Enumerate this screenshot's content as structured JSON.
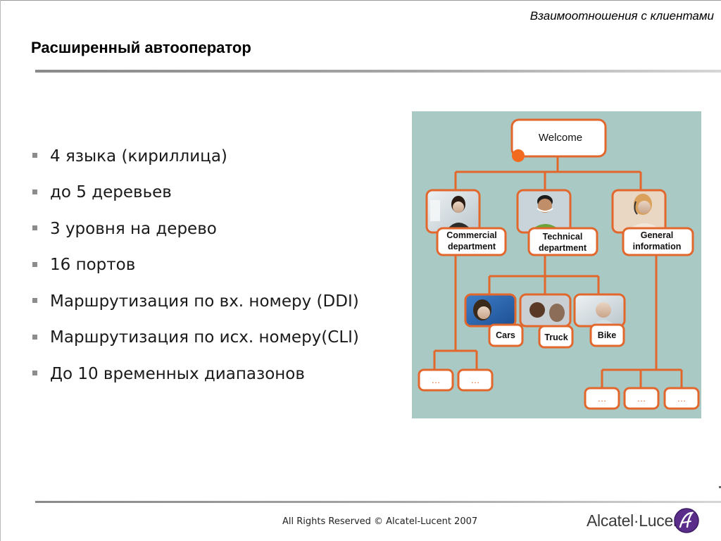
{
  "header": {
    "section_title": "Взаимоотношения с клиентами",
    "slide_title": "Расширенный автооператор"
  },
  "bullets": [
    "4 языка (кириллица)",
    "до 5 деревьев",
    "3 уровня на дерево",
    "16 портов",
    "Маршрутизация по вх. номеру (DDI)",
    "Маршрутизация по исх. номеру(CLI)",
    "До 10 временных диапазонов"
  ],
  "diagram": {
    "background_color": "#a9c9c5",
    "line_color": "#e2672c",
    "root": "Welcome",
    "level1": [
      {
        "line1": "Commercial",
        "line2": "department"
      },
      {
        "line1": "Technical",
        "line2": "department"
      },
      {
        "line1": "General",
        "line2": "information"
      }
    ],
    "level2": [
      "Cars",
      "Truck",
      "Bike"
    ],
    "leaves": [
      "…",
      "…",
      "…",
      "…",
      "…"
    ]
  },
  "footer": {
    "copyright": "All Rights Reserved © Alcatel-Lucent 2007",
    "logo": "Alcatel·Lucent"
  }
}
